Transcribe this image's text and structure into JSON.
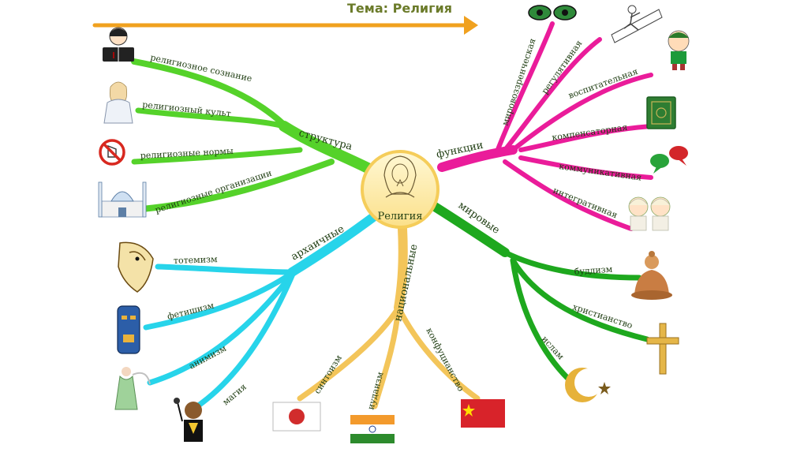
{
  "title": "Тема: Религия",
  "center": {
    "label": "Религия"
  },
  "colors": {
    "title": "#6b7b2a",
    "arrow": "#f0a11f",
    "structure": "#55d22a",
    "functions": "#ea1c9a",
    "world": "#1ea81e",
    "national": "#f3c55a",
    "archaic": "#27d4ea",
    "center_fill": "#fdf1b8",
    "center_ring": "#f5cd5a",
    "text": "#1f3d12"
  },
  "branches": {
    "structure": {
      "label": "структура",
      "items": [
        "религиозное сознание",
        "религиозный культ",
        "религиозные нормы",
        "религиозные организации"
      ]
    },
    "functions": {
      "label": "функции",
      "items": [
        "мировоззренческая",
        "регулятивная",
        "воспитательная",
        "компенсаторная",
        "коммуникативная",
        "интегративная"
      ]
    },
    "world": {
      "label": "мировые",
      "items": [
        "буддизм",
        "христианство",
        "ислам"
      ]
    },
    "national": {
      "label": "национальные",
      "items": [
        "синтоизм",
        "иудаизм",
        "конфуцианство"
      ]
    },
    "archaic": {
      "label": "архаичные",
      "items": [
        "тотемизм",
        "фетишизм",
        "анимизм",
        "магия"
      ]
    }
  },
  "icons": [
    "reading-child-icon",
    "praying-girl-icon",
    "prohibition-sign-icon",
    "mosque-icon",
    "eyes-icon",
    "climbing-figure-icon",
    "boy-icon",
    "quran-book-icon",
    "speech-bubbles-icon",
    "children-pair-icon",
    "buddha-icon",
    "cross-icon",
    "crescent-star-icon",
    "japan-flag-icon",
    "india-flag-icon",
    "china-flag-icon",
    "eagle-totem-icon",
    "mask-fetish-icon",
    "spirit-icon",
    "shaman-icon"
  ]
}
